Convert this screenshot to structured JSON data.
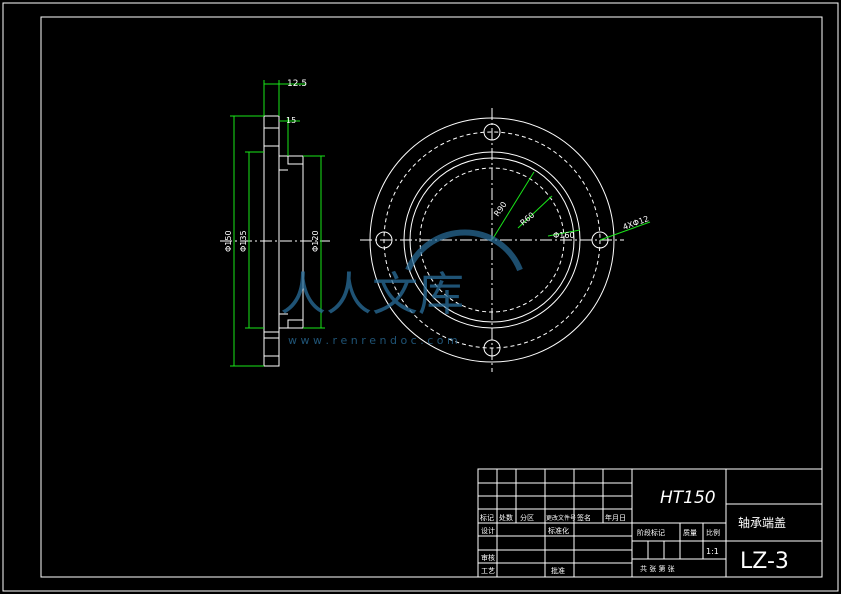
{
  "side_view": {
    "dim_thickness": "12.5",
    "dim_step": "15",
    "dim_outer_dia": "Φ150",
    "dim_mid_dia": "Φ135",
    "dim_boss_dia": "Φ120"
  },
  "front_view": {
    "dim_r90": "R90",
    "dim_r60": "R60",
    "dim_phi160": "Φ160",
    "dim_holes": "4XΦ12"
  },
  "watermark": {
    "brand": "人人文库",
    "url": "w w w . r e n r e n d o c . c o m"
  },
  "title_block": {
    "material": "HT150",
    "part_name": "轴承端盖",
    "drawing_no": "LZ-3",
    "rev_headers": [
      "标记",
      "处数",
      "分区",
      "更改文件号",
      "签名",
      "年月日"
    ],
    "sign_design": "设计",
    "sign_std": "标准化",
    "sign_review": "审核",
    "sign_process": "工艺",
    "sign_approve": "批准",
    "stage_label": "阶段标记",
    "weight_label": "质量",
    "scale_label": "比例",
    "scale_value": "1:1",
    "sheets": "共 张  第 张"
  }
}
